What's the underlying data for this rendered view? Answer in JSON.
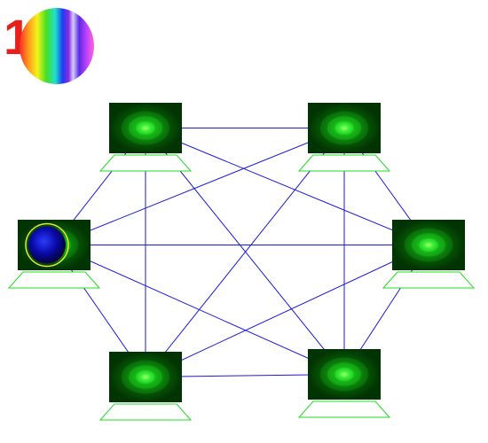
{
  "badge": {
    "number": "1",
    "icon": "rainbow-disc"
  },
  "network": {
    "topology": "full-mesh",
    "edge_color": "#1a1adb",
    "laptop_base_color": "#22dd22",
    "nodes": [
      {
        "id": "top-left",
        "screen": "green-radial"
      },
      {
        "id": "top-right",
        "screen": "green-radial"
      },
      {
        "id": "mid-left",
        "screen": "blue-sphere",
        "selected": true
      },
      {
        "id": "mid-right",
        "screen": "green-radial"
      },
      {
        "id": "bottom-left",
        "screen": "green-radial"
      },
      {
        "id": "bottom-right",
        "screen": "green-radial"
      }
    ],
    "edges": [
      [
        "mid-left",
        "top-left"
      ],
      [
        "mid-left",
        "top-right"
      ],
      [
        "mid-left",
        "mid-right"
      ],
      [
        "mid-left",
        "bottom-left"
      ],
      [
        "mid-left",
        "bottom-right"
      ],
      [
        "top-left",
        "top-right"
      ],
      [
        "top-left",
        "bottom-left"
      ],
      [
        "top-left",
        "mid-right"
      ],
      [
        "top-left",
        "bottom-right"
      ],
      [
        "top-right",
        "mid-right"
      ],
      [
        "top-right",
        "bottom-left"
      ],
      [
        "top-right",
        "bottom-right"
      ],
      [
        "mid-right",
        "bottom-left"
      ],
      [
        "mid-right",
        "bottom-right"
      ],
      [
        "bottom-left",
        "bottom-right"
      ]
    ]
  }
}
